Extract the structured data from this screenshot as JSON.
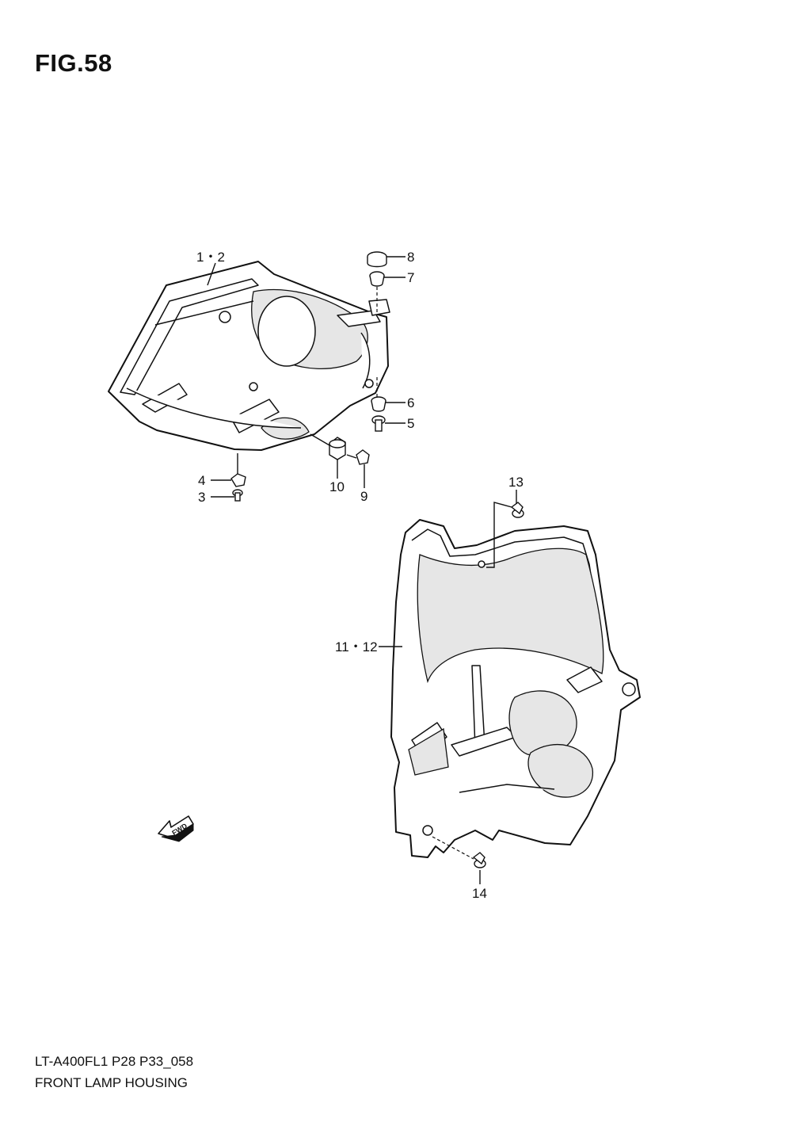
{
  "figure": {
    "title": "FIG.58",
    "model_code": "LT-A400FL1 P28 P33_058",
    "name": "FRONT LAMP HOUSING"
  },
  "callouts": {
    "c1": "1・2",
    "c3": "3",
    "c4": "4",
    "c5": "5",
    "c6": "6",
    "c7": "7",
    "c8": "8",
    "c9": "9",
    "c10": "10",
    "c11": "11・12",
    "c13": "13",
    "c14": "14"
  },
  "direction_marker": {
    "label": "FWD",
    "icon": "forward-arrow-icon"
  }
}
